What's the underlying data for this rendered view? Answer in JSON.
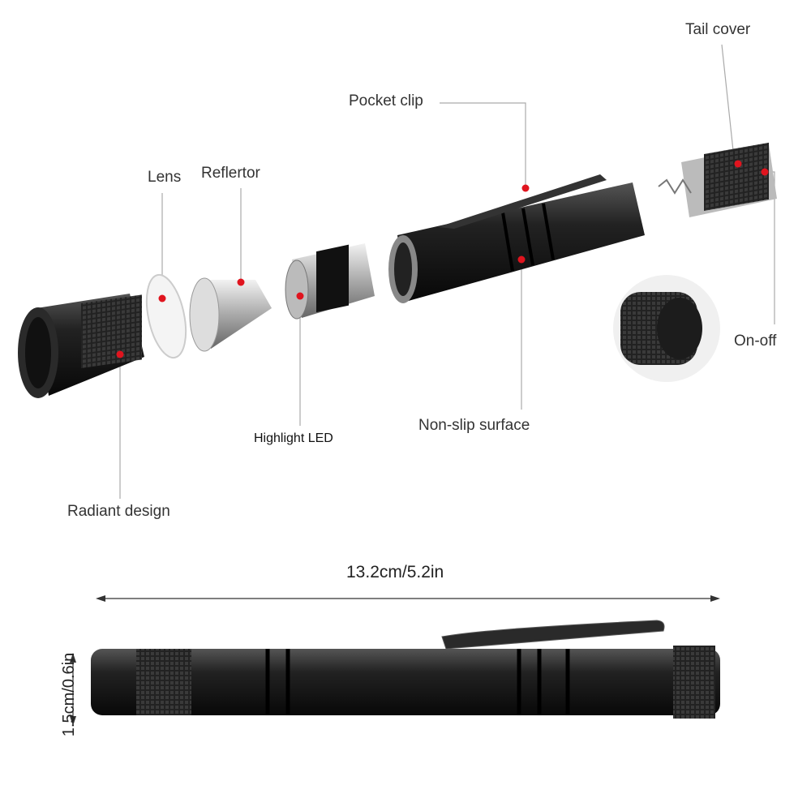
{
  "labels": {
    "tail_cover": "Tail cover",
    "pocket_clip": "Pocket clip",
    "lens": "Lens",
    "reflector": "Reflertor",
    "on_off": "On-off",
    "highlight_led": "Highlight LED",
    "non_slip": "Non-slip surface",
    "radiant": "Radiant design"
  },
  "dimensions": {
    "length": "13.2cm/5.2in",
    "diameter": "1.5cm/0.6in"
  },
  "colors": {
    "marker": "#e0141e",
    "body": "#1a1a1a",
    "line": "#999999"
  }
}
